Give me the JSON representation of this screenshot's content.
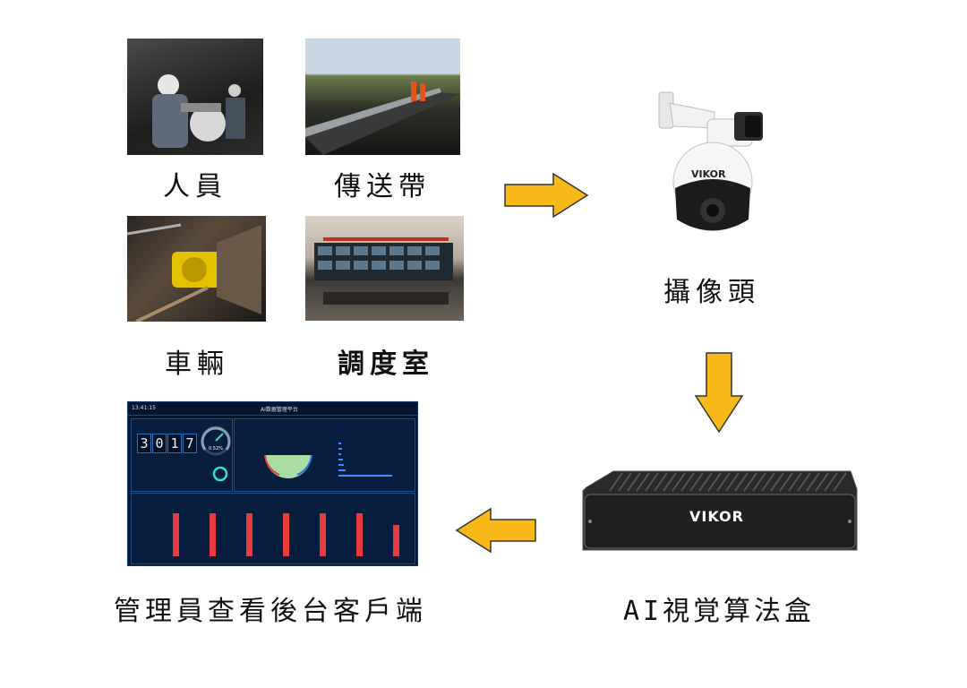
{
  "inputs": [
    {
      "label": "人員"
    },
    {
      "label": "傳送帶"
    },
    {
      "label": "車輛"
    },
    {
      "label": "調度室"
    }
  ],
  "camera": {
    "label": "攝像頭",
    "brand": "VIKOR"
  },
  "ai_box": {
    "label_prefix": "AI",
    "label_rest": "視覚算法盒",
    "brand": "VIKOR"
  },
  "client": {
    "label": "管理員查看後台客戶端"
  },
  "dashboard": {
    "time": "13:41:15",
    "title": "AI数据管理平台",
    "counter_digits": [
      "3",
      "0",
      "1",
      "7"
    ],
    "gauge_value": "0.52%",
    "bar_values": [
      48,
      48,
      48,
      48,
      48,
      48,
      35
    ],
    "colors": {
      "bar": "#e83c3c",
      "bg": "#04142c"
    }
  },
  "colors": {
    "arrow_fill": "#f9b919",
    "arrow_stroke": "#333333"
  }
}
